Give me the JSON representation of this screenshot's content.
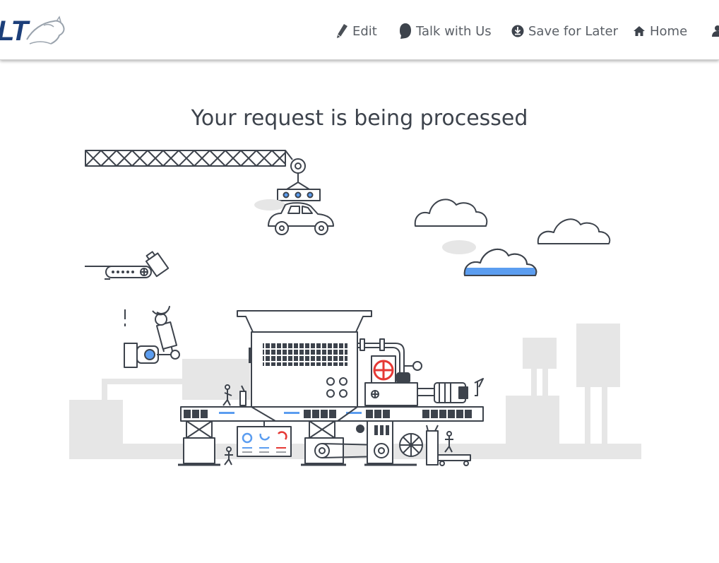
{
  "brand": {
    "logo_text": "LT"
  },
  "nav": [
    {
      "label": "Edit",
      "icon": "pencil-icon"
    },
    {
      "label": "Talk with Us",
      "icon": "chat-bubble-icon"
    },
    {
      "label": "Save for Later",
      "icon": "download-circle-icon"
    },
    {
      "label": "Home",
      "icon": "home-icon"
    },
    {
      "label": "",
      "icon": "user-icon"
    }
  ],
  "main": {
    "title": "Your request is being processed"
  },
  "colors": {
    "accent_blue": "#5b9df0",
    "dark_line": "#3d434c",
    "light_gray": "#e4e4e4",
    "red": "#e53935"
  }
}
